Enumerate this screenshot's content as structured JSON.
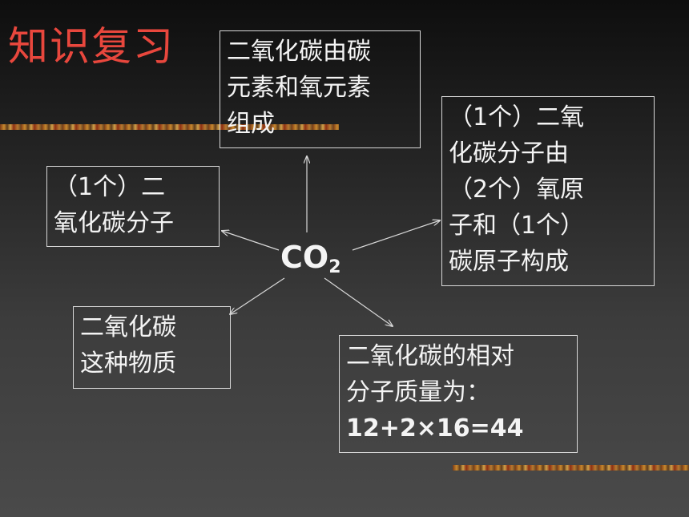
{
  "title": "知识复习",
  "center": {
    "main": "CO",
    "sub": "2"
  },
  "boxes": {
    "top": [
      "二氧化碳由碳",
      "元素和氧元素",
      "组成"
    ],
    "left": [
      "（1个）二",
      "氧化碳分子"
    ],
    "right": [
      "（1个）二氧",
      "化碳分子由",
      "（2个）氧原",
      "子和（1个）",
      "碳原子构成"
    ],
    "bottom_left": [
      "二氧化碳",
      "这种物质"
    ],
    "bottom_right": [
      "二氧化碳的相对",
      "分子质量为：",
      "12+2×16=44"
    ]
  },
  "colors": {
    "title": "#e8473d",
    "text": "#f4f4f4",
    "border": "#d8d8d8"
  }
}
